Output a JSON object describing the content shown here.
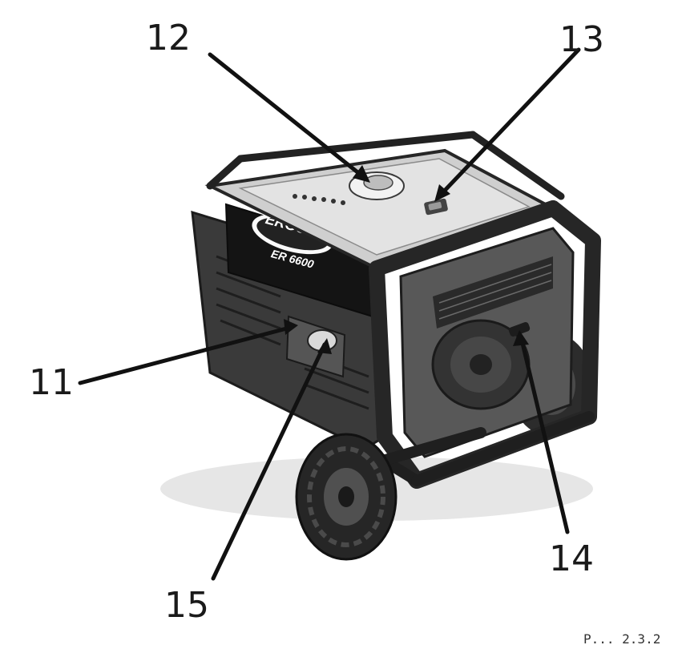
{
  "brand": {
    "name": "ERGOMAX",
    "model": "ER 6600"
  },
  "callouts": [
    {
      "id": "11",
      "label": "11"
    },
    {
      "id": "12",
      "label": "12"
    },
    {
      "id": "13",
      "label": "13"
    },
    {
      "id": "14",
      "label": "14"
    },
    {
      "id": "15",
      "label": "15"
    }
  ],
  "figure_ref": "P... 2.3.2",
  "colors": {
    "ink": "#1a1a1a",
    "body": "#3a3a3a",
    "top_panel": "#cfcfcf",
    "frame": "#262626"
  }
}
